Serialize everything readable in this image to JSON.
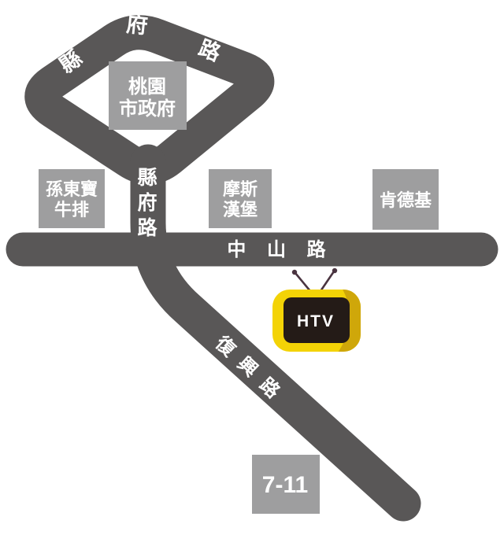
{
  "map": {
    "colors": {
      "road": "#595757",
      "place_box": "#9e9e9f",
      "label_text": "#ffffff",
      "tv_body": "#f3d306",
      "tv_shade": "#cfa70a",
      "tv_screen": "#241b17",
      "tv_antenna": "#4a3440"
    },
    "roads": {
      "loop": {
        "name": "縣府路",
        "chars": [
          "縣",
          "府",
          "路"
        ]
      },
      "vertical": {
        "name": "縣府路",
        "chars": [
          "縣",
          "府",
          "路"
        ]
      },
      "horizontal": {
        "name": "中山路",
        "label": "中 山 路"
      },
      "diagonal": {
        "name": "復興路",
        "chars": [
          "復",
          "興",
          "路"
        ]
      }
    },
    "places": {
      "city_hall": {
        "lines": [
          "桃園",
          "市政府"
        ]
      },
      "steakhouse": {
        "lines": [
          "孫東寶",
          "牛排"
        ]
      },
      "mos_burger": {
        "lines": [
          "摩斯",
          "漢堡"
        ]
      },
      "kfc": {
        "lines": [
          "肯德基"
        ]
      },
      "seven_eleven": {
        "lines": [
          "7-11"
        ]
      }
    },
    "tv": {
      "label": "HTV"
    }
  }
}
